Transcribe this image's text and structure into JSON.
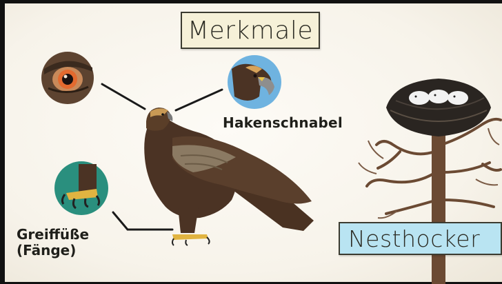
{
  "title": "Merkmale",
  "labels": {
    "beak": "Hakenschnabel",
    "feet_line1": "Greiffüße",
    "feet_line2": "(Fänge)"
  },
  "nest_label": "Nesthocker",
  "colors": {
    "title_card_bg": "#f6f1d8",
    "nest_card_bg": "#b9e4f2",
    "beak_circle_bg": "#6fb3e0",
    "feet_circle_bg": "#2a8f7e",
    "eagle_body": "#4b3324",
    "eagle_wing": "#8b7a63"
  },
  "icons": [
    "eagle-eye-icon",
    "eagle-head-icon",
    "eagle-talon-icon",
    "golden-eagle-illustration",
    "nest-tree-illustration"
  ]
}
